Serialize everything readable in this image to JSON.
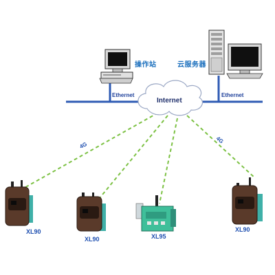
{
  "network": {
    "cloud_label": "Internet",
    "ethernet_left": "Ethernet",
    "ethernet_right": "Ethernet"
  },
  "hosts": {
    "pc_label": "操作站",
    "server_label": "云服务器"
  },
  "links": {
    "left_label": "4G",
    "right_label": "4G"
  },
  "devices": [
    {
      "model": "XL90"
    },
    {
      "model": "XL90"
    },
    {
      "model": "XL95"
    },
    {
      "model": "XL90"
    }
  ],
  "colors": {
    "backbone": "#2f5bb4",
    "link_dash": "#7cc143",
    "cloud_fill": "#ffffff",
    "cloud_stroke": "#9aa7c4",
    "device_body": "#5a3a2a",
    "device_side": "#3fb0a8",
    "module_body": "#3fbf9a"
  }
}
